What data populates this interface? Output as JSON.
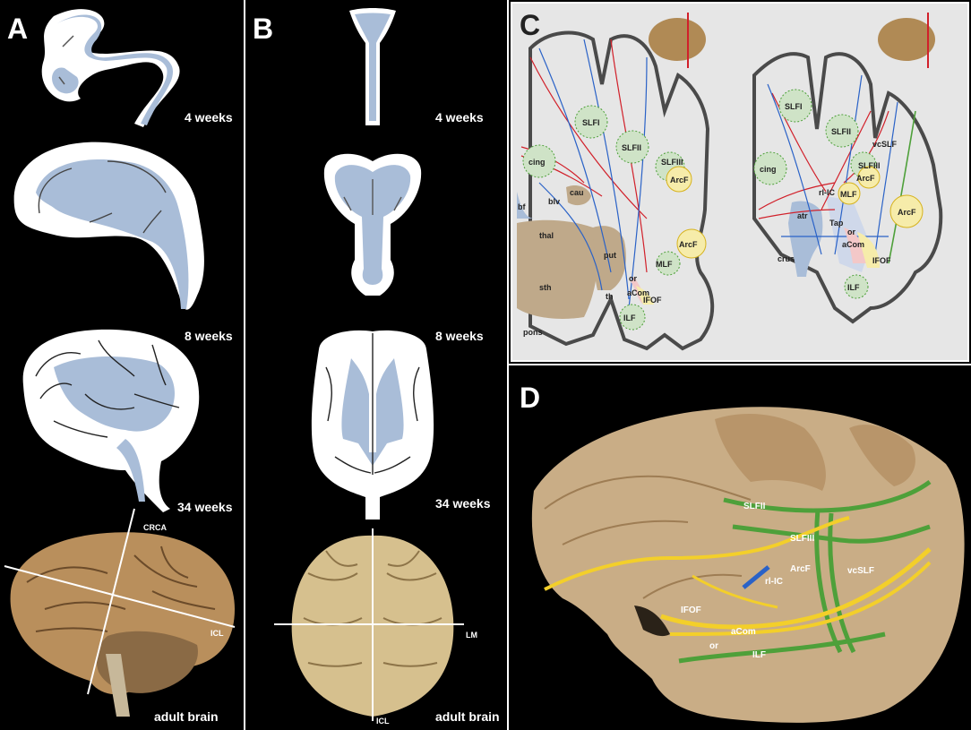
{
  "panels": {
    "A": {
      "label": "A",
      "stages": [
        "4 weeks",
        "8 weeks",
        "34 weeks",
        "adult brain"
      ],
      "lines": [
        "CRCA",
        "ICL"
      ]
    },
    "B": {
      "label": "B",
      "stages": [
        "4 weeks",
        "8 weeks",
        "34 weeks",
        "adult brain"
      ],
      "lines": [
        "LM",
        "ICL"
      ]
    },
    "C": {
      "label": "C",
      "left_section": {
        "structures": [
          "cing",
          "bf",
          "blv",
          "cau",
          "thal",
          "put",
          "sth",
          "th",
          "pons"
        ],
        "tracts": [
          "SLFI",
          "SLFII",
          "SLFIII",
          "ArcF",
          "ArcF",
          "MLF",
          "or",
          "aCom",
          "IFOF",
          "ILF"
        ]
      },
      "right_section": {
        "structures": [
          "cing",
          "atr",
          "Tap",
          "crus"
        ],
        "tracts": [
          "SLFI",
          "SLFII",
          "SLFIII",
          "ArcF",
          "vcSLF",
          "rl-IC",
          "MLF",
          "or",
          "aCom",
          "IFOF",
          "ILF",
          "ArcF"
        ]
      }
    },
    "D": {
      "label": "D",
      "tracts": [
        "SLFII",
        "SLFIII",
        "ArcF",
        "rl-IC",
        "vcSLF",
        "IFOF",
        "aCom",
        "or",
        "ILF"
      ]
    }
  },
  "colors": {
    "background": "#000000",
    "ventricle": "#a9bdd8",
    "brain_fill": "#ffffff",
    "panel_c_bg": "#e6e6e6",
    "cortex_outline": "#4a4a4a",
    "deep_nuclei": "#bfa98a",
    "tract_red": "#d1202a",
    "tract_blue": "#2a62c7",
    "tract_green": "#4ea03a",
    "tract_yellow": "#f3cf2a",
    "tissue": "#c9ad86"
  }
}
